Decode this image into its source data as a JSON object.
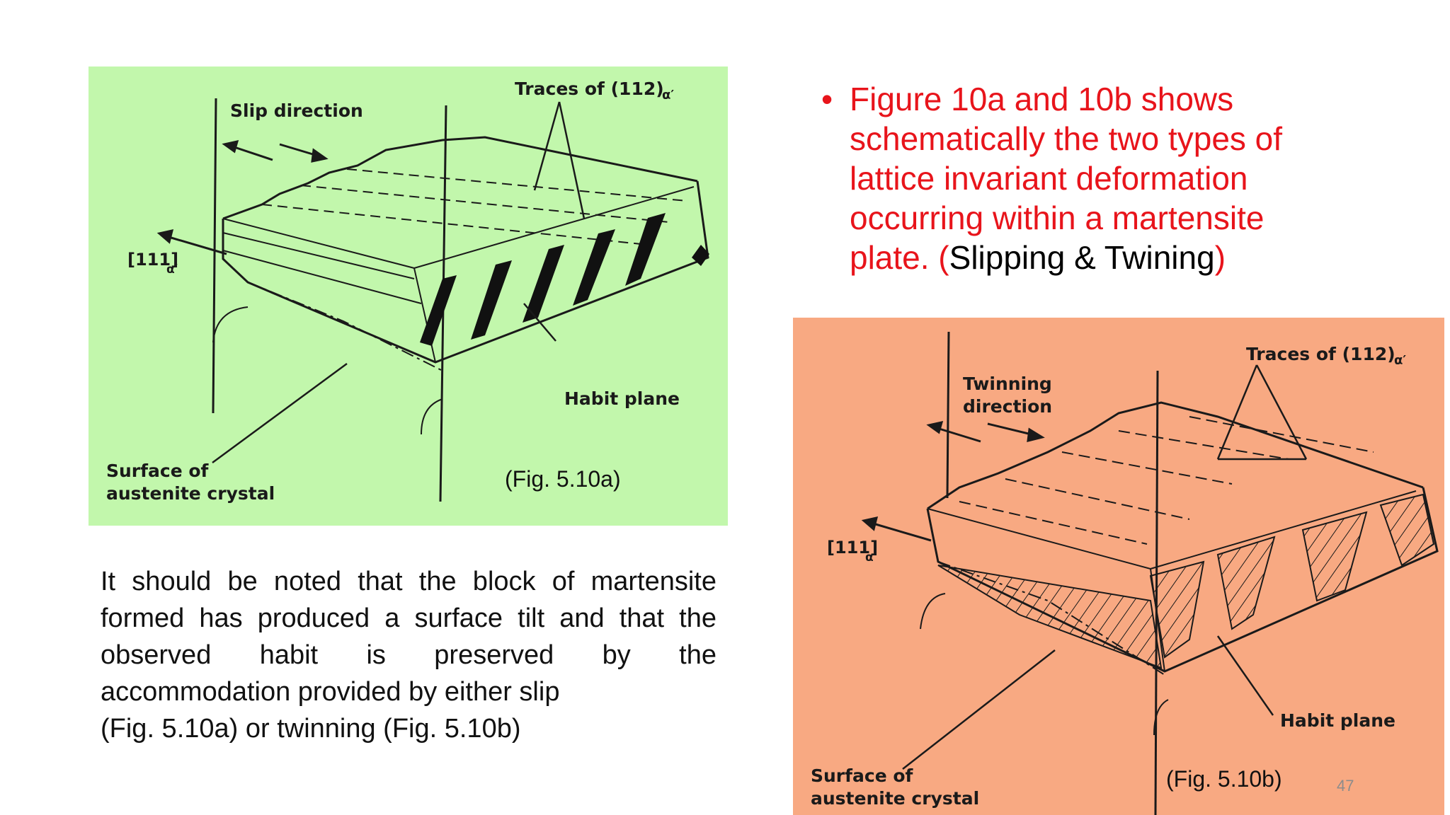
{
  "colors": {
    "fig_a_bg": "#c2f7ac",
    "fig_b_bg": "#f8a982",
    "bullet_red": "#e8141b",
    "text_black": "#111111",
    "page_number_grey": "#8c8c8c"
  },
  "figure_a": {
    "label_traces": "Traces of (112)",
    "label_alpha": "α′",
    "label_slip": "Slip direction",
    "label_111": "[111]",
    "label_111_sub": "α′",
    "label_habit": "Habit plane",
    "label_surface_1": "Surface of",
    "label_surface_2": "austenite crystal",
    "caption": "(Fig. 5.10a)"
  },
  "figure_b": {
    "label_traces": "Traces of (112)",
    "label_alpha": "α′",
    "label_twin_1": "Twinning",
    "label_twin_2": "direction",
    "label_111": "[111]",
    "label_111_sub": "α′",
    "label_habit": "Habit plane",
    "label_surface_1": "Surface of",
    "label_surface_2": "austenite crystal",
    "caption": "(Fig. 5.10b)"
  },
  "bullet": {
    "marker": "•",
    "line1": "Figure 10a and 10b shows",
    "line2": "schematically the two types of",
    "line3": "lattice invariant deformation",
    "line4": "occurring within a martensite",
    "line5_prefix": "plate. (",
    "line5_black": "Slipping & Twining",
    "line5_suffix": ")"
  },
  "note": {
    "line1": "It should be noted that the block  of martensite",
    "line2": "formed has produced a surface tilt and that the",
    "line3": "observed   habit   is   preserved   by   the",
    "line4": "accommodation provided by either slip",
    "line5": "(Fig. 5.10a) or twinning (Fig. 5.10b)"
  },
  "page_number": "47"
}
